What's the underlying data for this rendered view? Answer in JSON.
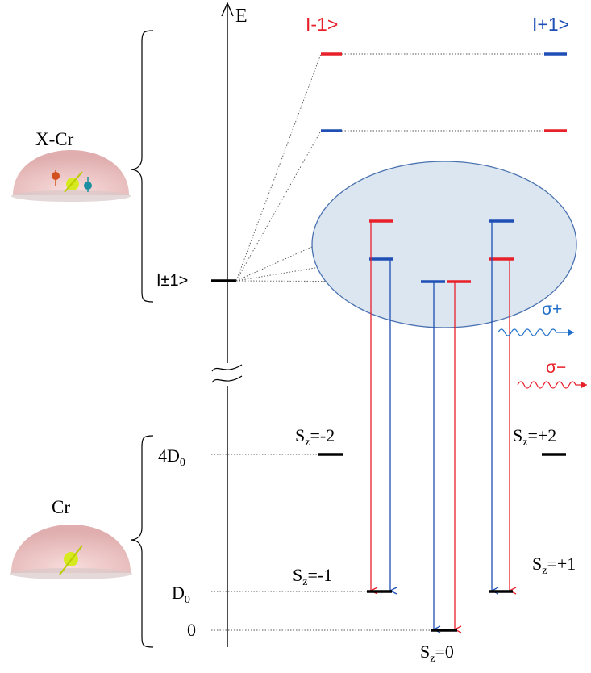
{
  "axis": {
    "label": "E"
  },
  "top_labels": {
    "minus": "I-1>",
    "plus": "I+1>"
  },
  "exciton_level_label": "I±1>",
  "groups": {
    "exciton": "X-Cr",
    "ground": "Cr"
  },
  "energy_labels": {
    "four_d0_main": "4D",
    "four_d0_sub": "0",
    "d0_main": "D",
    "d0_sub": "0",
    "zero": "0"
  },
  "spin_labels": {
    "sz_m2": {
      "s": "S",
      "z": "z",
      "val": "=-2"
    },
    "sz_p2": {
      "s": "S",
      "z": "z",
      "val": "=+2"
    },
    "sz_m1": {
      "s": "S",
      "z": "z",
      "val": "=-1"
    },
    "sz_p1": {
      "s": "S",
      "z": "z",
      "val": "=+1"
    },
    "sz_0": {
      "s": "S",
      "z": "z",
      "val": "=0"
    }
  },
  "polarization": {
    "sigma_plus": "σ+",
    "sigma_minus": "σ−"
  },
  "colors": {
    "red": "#e8202a",
    "blue": "#1f4fb5",
    "black": "#000000",
    "ellipse_fill": "#dbe6f1",
    "ellipse_stroke": "#4a72b0",
    "sigma_plus": "#1f6fc8",
    "sigma_minus": "#e8202a"
  }
}
